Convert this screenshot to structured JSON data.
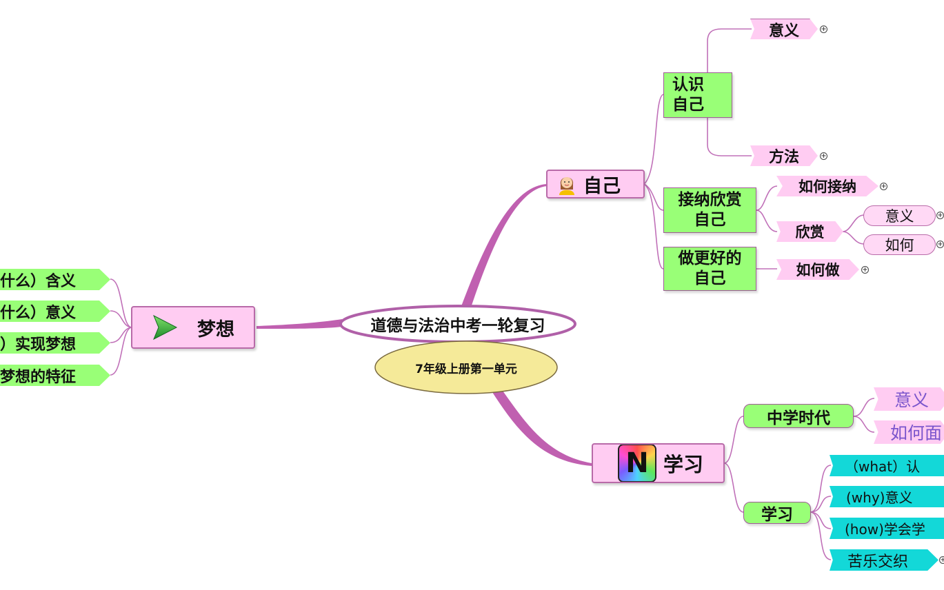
{
  "center": {
    "title": "道德与法治中考一轮复习",
    "subtitle": "7年级上册第一单元"
  },
  "colors": {
    "branch": "#c060b0",
    "pink_node": "#ffccf2",
    "green_node": "#99ff77",
    "cyan_node": "#13d8d8",
    "subtitle_fill": "#f5ea99"
  },
  "self": {
    "label": "自己",
    "icon": "woman-avatar-icon",
    "know": {
      "label": "认识\n自己",
      "children": [
        "意义",
        "方法"
      ]
    },
    "accept": {
      "label": "接纳欣赏\n自己",
      "how_accept": "如何接纳",
      "appreciate": "欣赏",
      "appreciate_children": [
        "意义",
        "如何"
      ]
    },
    "better": {
      "label": "做更好的\n自己",
      "how_do": "如何做"
    }
  },
  "dream": {
    "label": "梦想",
    "icon": "play-triangle-icon",
    "children": [
      "什么）含义",
      "什么）意义",
      "）实现梦想",
      "梦想的特征"
    ]
  },
  "study": {
    "label": "学习",
    "icon": "n-badge-icon",
    "icon_letter": "N",
    "middle_school": {
      "label": "中学时代",
      "children": [
        "意义",
        "如何面"
      ]
    },
    "learning": {
      "label": "学习",
      "children": [
        "（what）认",
        "(why)意义",
        "(how)学会学",
        "苦乐交织"
      ]
    }
  }
}
